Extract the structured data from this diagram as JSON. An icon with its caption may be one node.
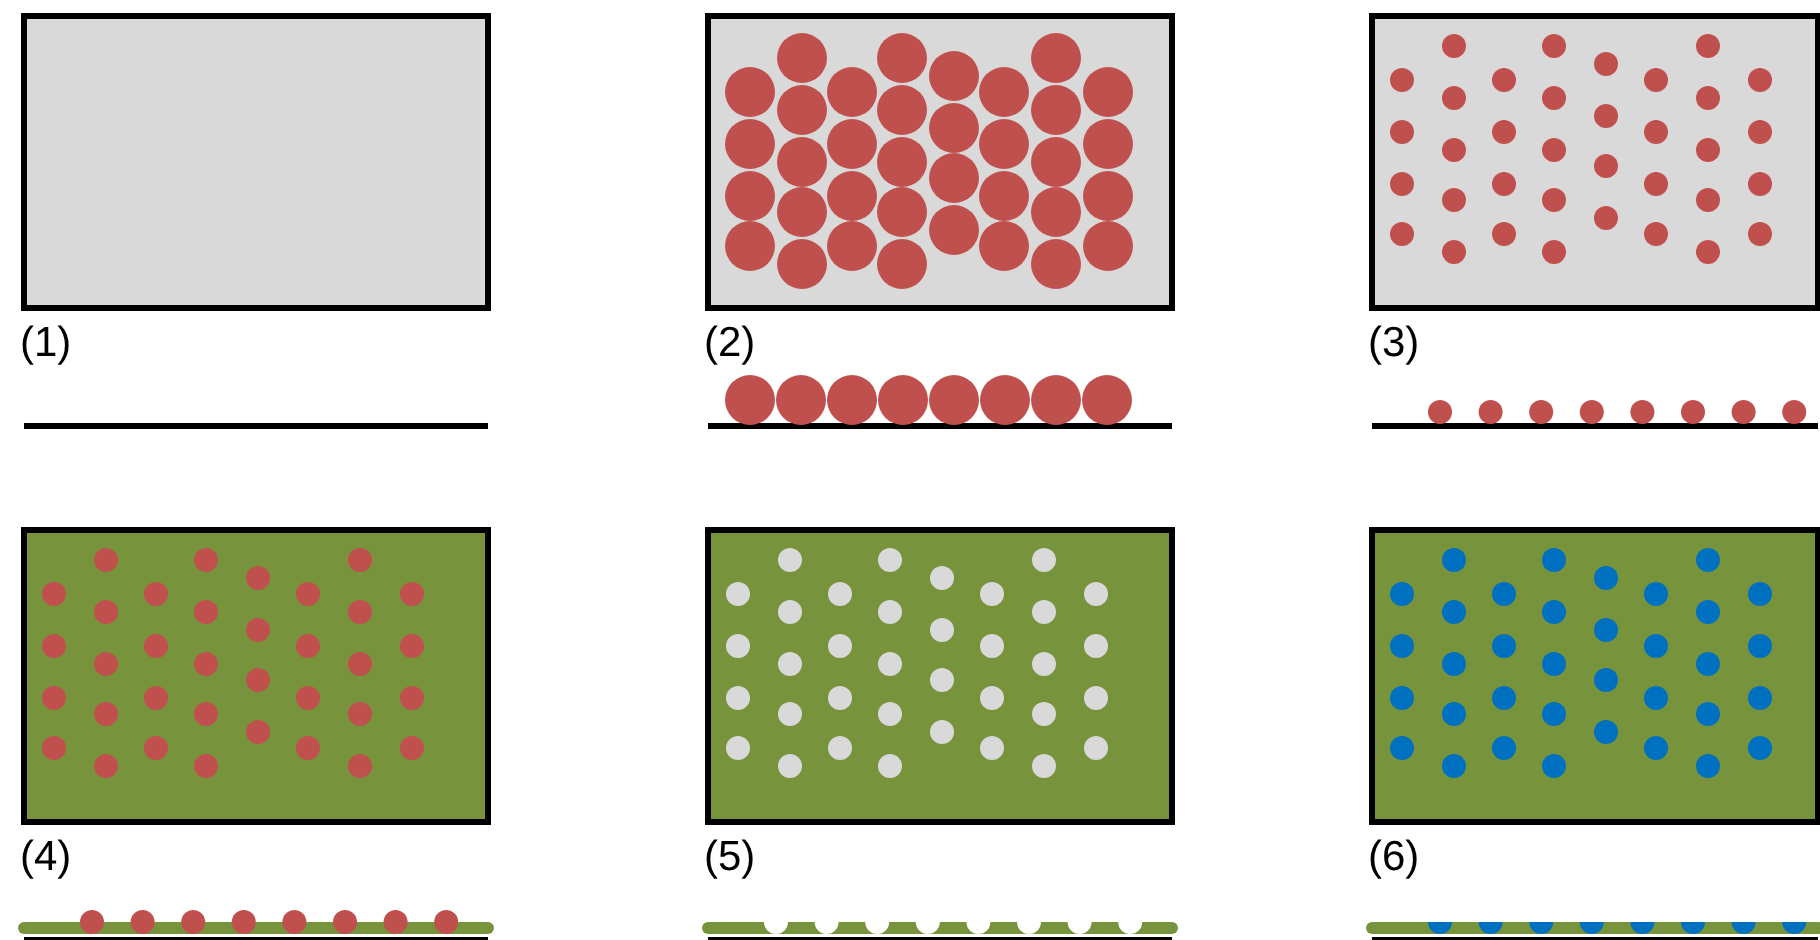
{
  "diagram": {
    "labels": [
      "(1)",
      "(2)",
      "(3)",
      "(4)",
      "(5)",
      "(6)"
    ]
  }
}
